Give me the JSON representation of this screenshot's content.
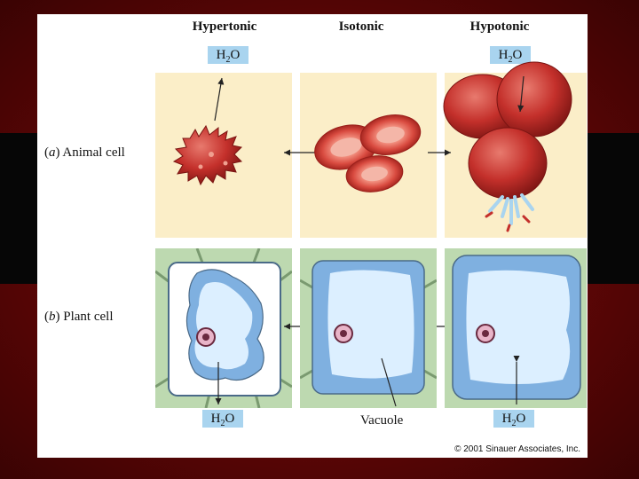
{
  "columns": {
    "hypertonic": "Hypertonic",
    "isotonic": "Isotonic",
    "hypotonic": "Hypotonic"
  },
  "water_label": "H2O",
  "rows": {
    "animal": {
      "letter": "a",
      "label": "Animal cell"
    },
    "plant": {
      "letter": "b",
      "label": "Plant cell"
    }
  },
  "vacuole_label": "Vacuole",
  "copyright": "© 2001 Sinauer Associates, Inc.",
  "colors": {
    "slide_background": "#8a0c0c",
    "panel_fill": "#fbeec8",
    "h2o_box": "#a9d4ef",
    "red_cell": "#c4302b",
    "vacuole": "#dcefff",
    "cell_membrane": "#7fb0e0",
    "cell_wall": "#bdd9b0"
  }
}
